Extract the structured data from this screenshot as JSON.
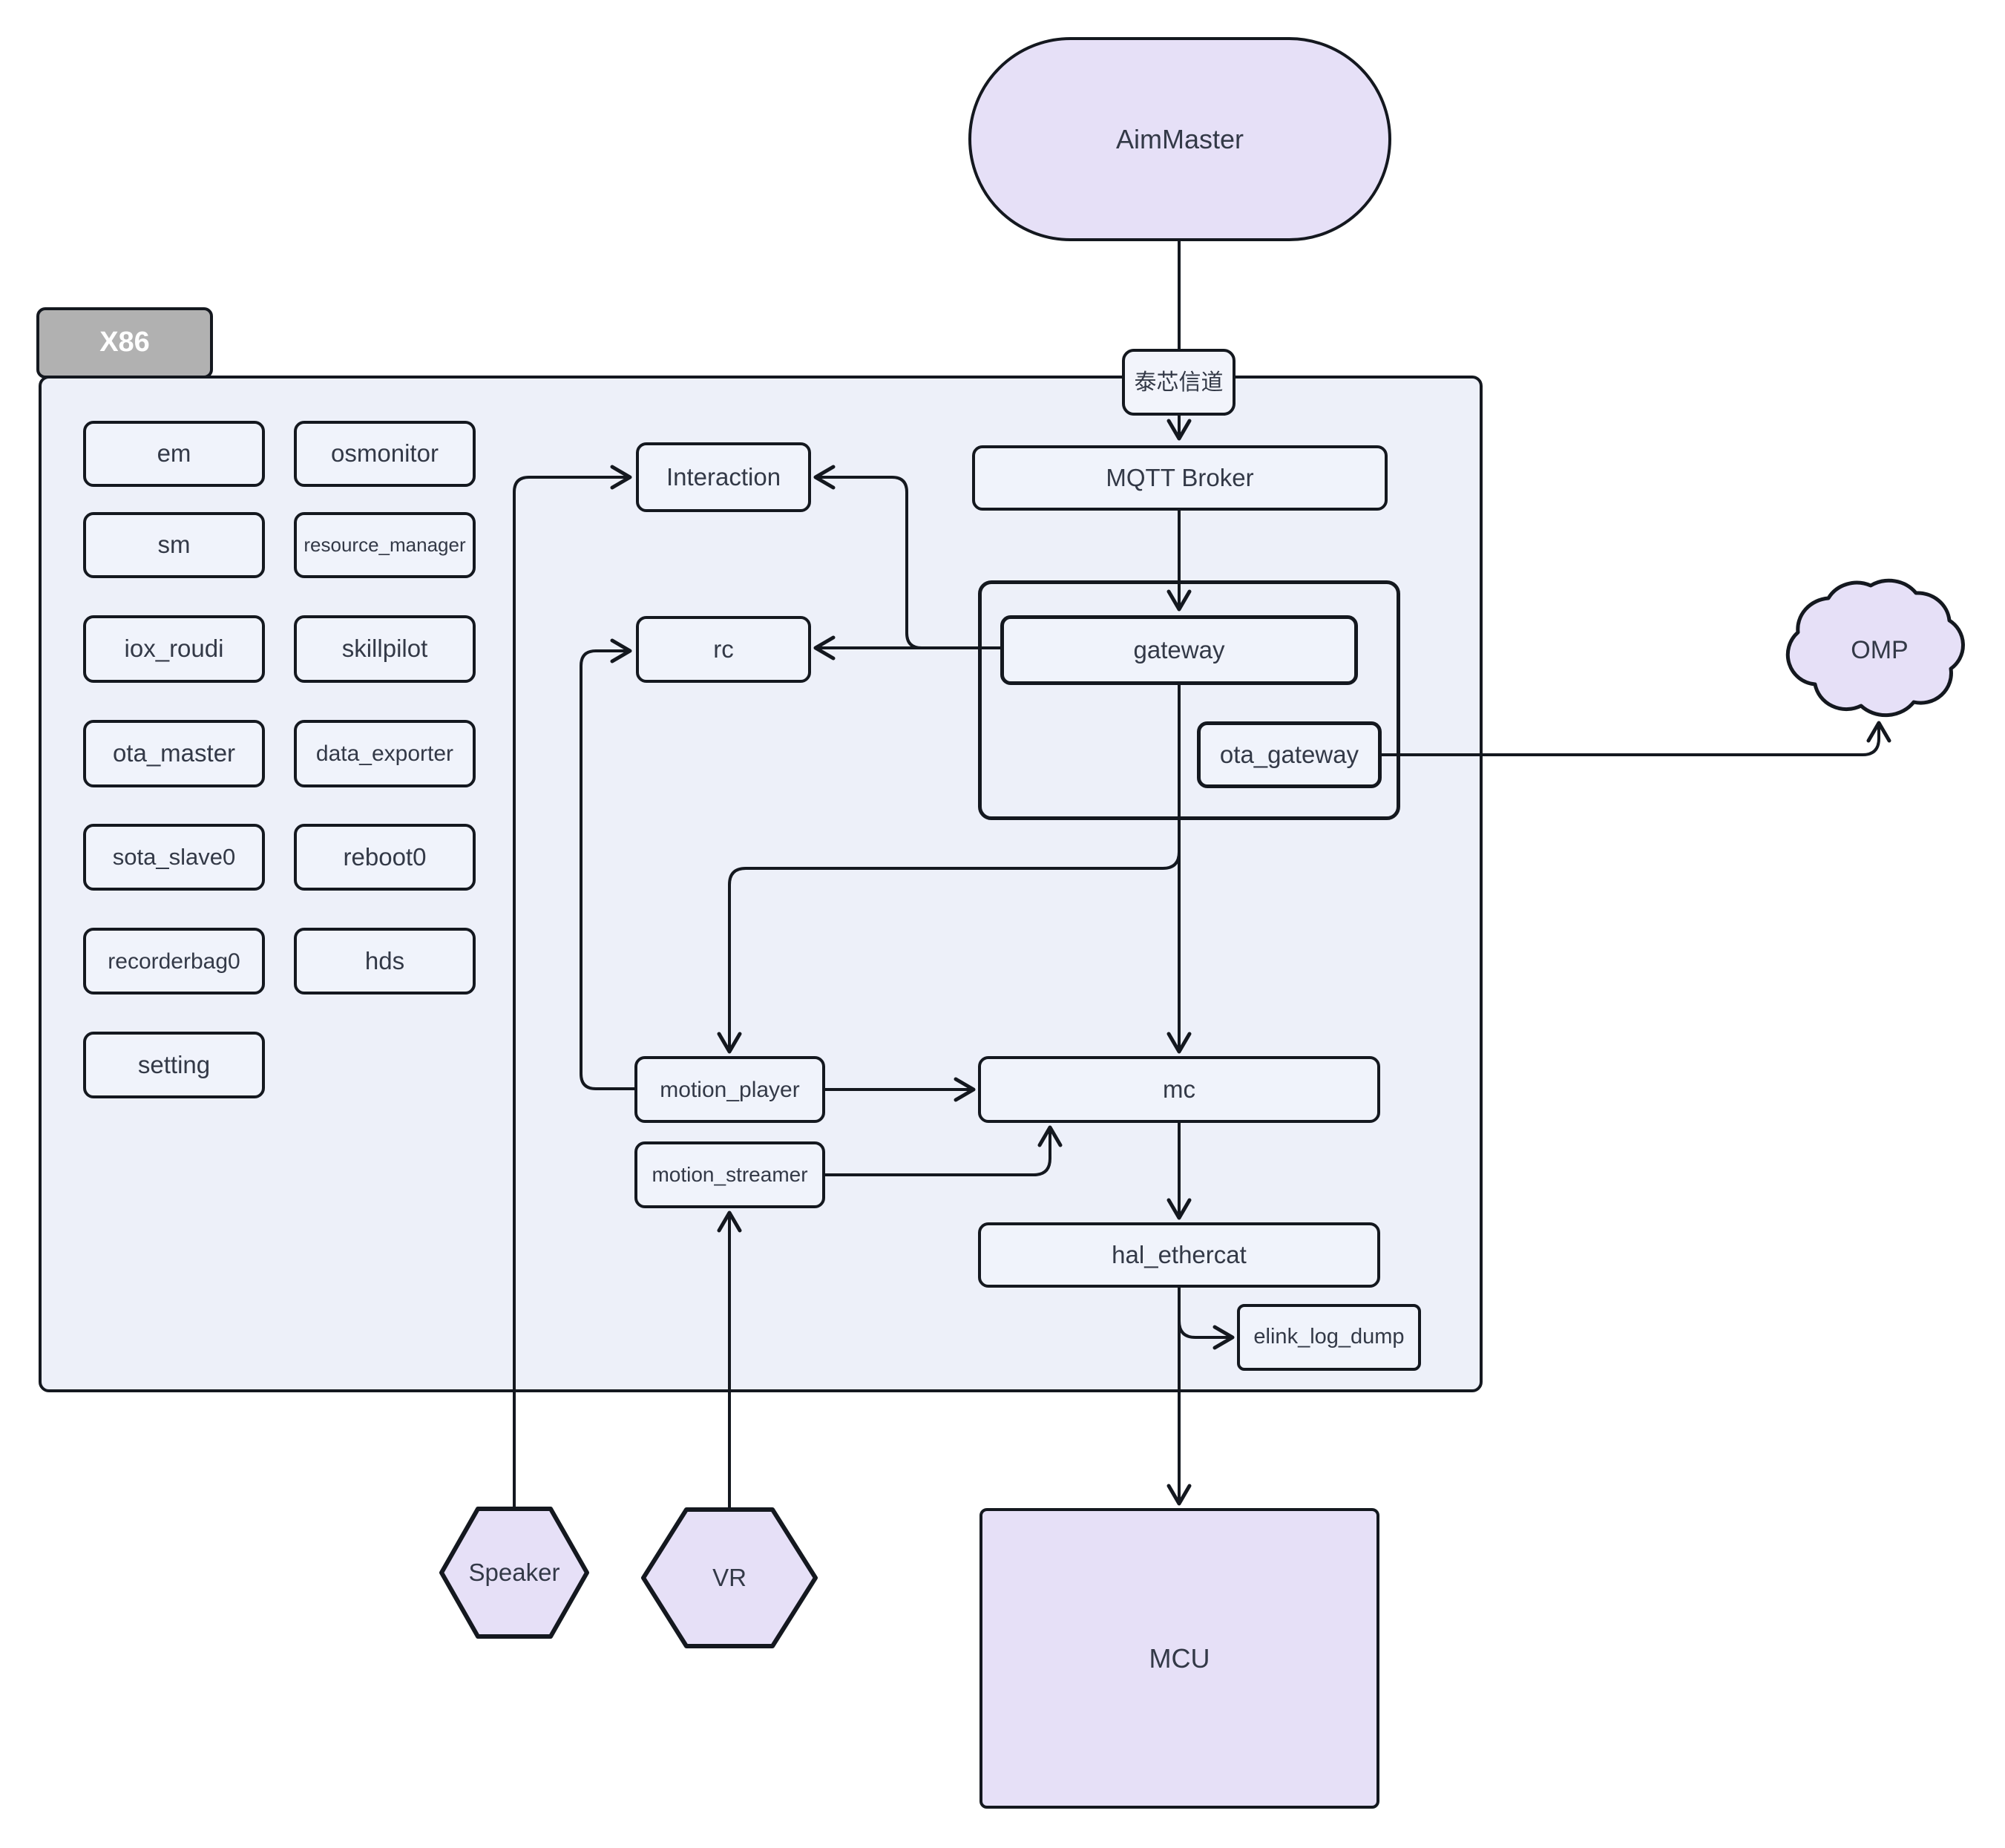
{
  "colors": {
    "background": "#ffffff",
    "node_fill": "#f0f3fb",
    "container_fill": "#edf0f9",
    "accent_purple": "#e6e0f7",
    "tab_gray": "#b1b1b1",
    "line": "#14181f",
    "text": "#333947",
    "tab_text": "#ffffff"
  },
  "nodes": {
    "aim_master": {
      "label": "AimMaster"
    },
    "channel": {
      "label": "泰芯信道"
    },
    "mqtt_broker": {
      "label": "MQTT Broker"
    },
    "x86": {
      "label": "X86"
    },
    "process_grid": {
      "items": [
        "em",
        "osmonitor",
        "sm",
        "resource_manager",
        "iox_roudi",
        "skillpilot",
        "ota_master",
        "data_exporter",
        "sota_slave0",
        "reboot0",
        "recorderbag0",
        "hds",
        "setting"
      ]
    },
    "interaction": {
      "label": "Interaction"
    },
    "rc": {
      "label": "rc"
    },
    "motion_player": {
      "label": "motion_player"
    },
    "motion_streamer": {
      "label": "motion_streamer"
    },
    "gateway": {
      "label": "gateway"
    },
    "ota_gateway": {
      "label": "ota_gateway"
    },
    "mc": {
      "label": "mc"
    },
    "hal_ethercat": {
      "label": "hal_ethercat"
    },
    "elink_log_dump": {
      "label": "elink_log_dump"
    },
    "mcu": {
      "label": "MCU"
    },
    "omp": {
      "label": "OMP"
    },
    "speaker": {
      "label": "Speaker"
    },
    "vr": {
      "label": "VR"
    }
  },
  "edges": [
    {
      "from": "AimMaster",
      "to": "泰芯信道",
      "arrow": false
    },
    {
      "from": "泰芯信道",
      "to": "MQTT Broker",
      "arrow": true
    },
    {
      "from": "MQTT Broker",
      "to": "gateway",
      "arrow": true
    },
    {
      "from": "gateway",
      "to": "rc",
      "arrow": true
    },
    {
      "from": "gateway",
      "to": "Interaction",
      "arrow": true
    },
    {
      "from": "gateway",
      "to": "motion_player",
      "arrow": true
    },
    {
      "from": "gateway",
      "to": "mc",
      "arrow": true
    },
    {
      "from": "ota_gateway",
      "to": "OMP",
      "arrow": true
    },
    {
      "from": "Speaker",
      "to": "Interaction",
      "arrow": true
    },
    {
      "from": "motion_player",
      "to": "rc",
      "arrow": true
    },
    {
      "from": "motion_player",
      "to": "mc",
      "arrow": true
    },
    {
      "from": "motion_streamer",
      "to": "mc",
      "arrow": true
    },
    {
      "from": "VR",
      "to": "motion_streamer",
      "arrow": true
    },
    {
      "from": "mc",
      "to": "hal_ethercat",
      "arrow": true
    },
    {
      "from": "hal_ethercat",
      "to": "elink_log_dump",
      "arrow": true
    },
    {
      "from": "hal_ethercat",
      "to": "MCU",
      "arrow": true
    }
  ]
}
